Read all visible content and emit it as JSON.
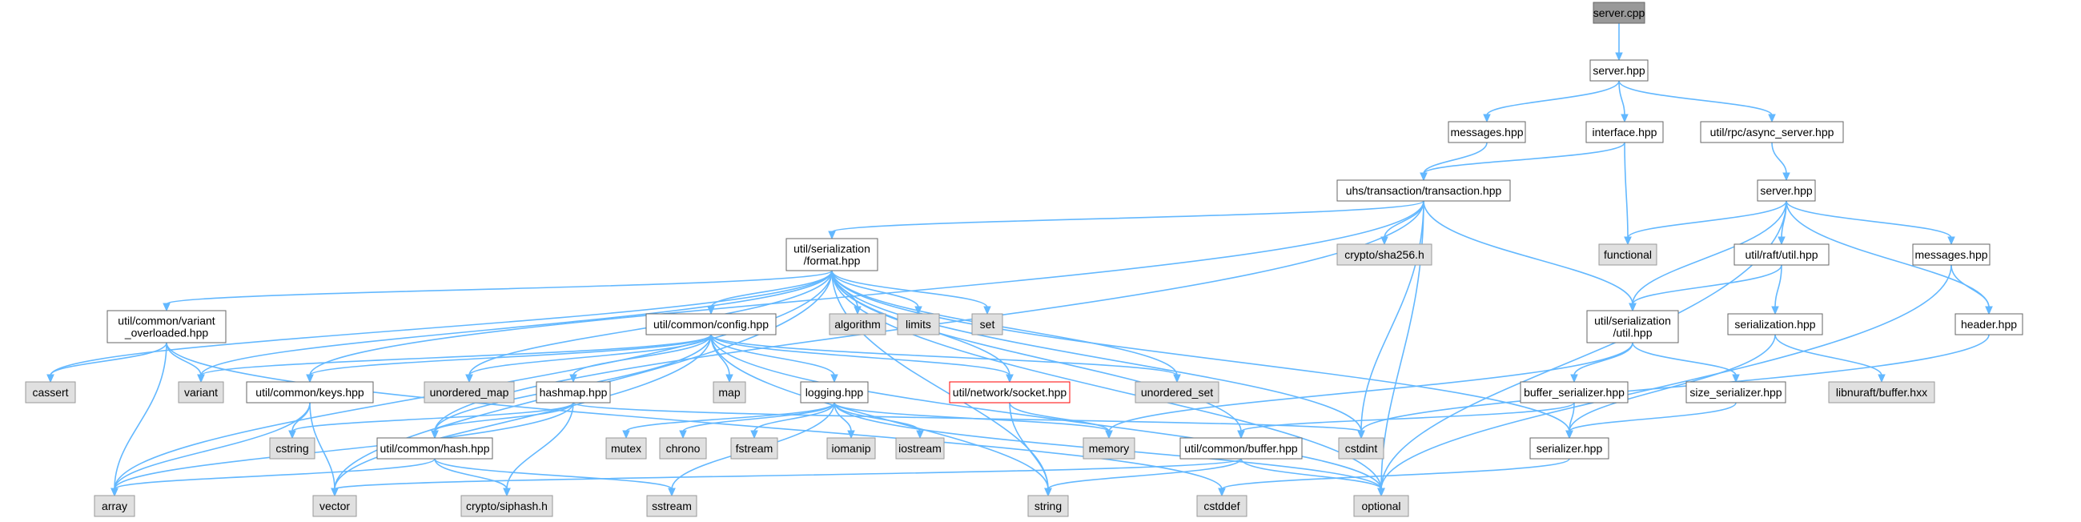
{
  "graph": {
    "title": "",
    "colors": {
      "edge": "#63b8ff",
      "node_border": "#666666",
      "node_fill": "#ffffff",
      "root_fill": "#999999",
      "external_fill": "#e0e0e0",
      "external_border": "#999999",
      "missing_border": "#ff0000",
      "text": "#000000"
    },
    "nodes": [
      {
        "id": "n_server_cpp",
        "lines": [
          "server.cpp"
        ],
        "kind": "root"
      },
      {
        "id": "n_server_hpp",
        "lines": [
          "server.hpp"
        ],
        "kind": "file"
      },
      {
        "id": "n_messages_hpp",
        "lines": [
          "messages.hpp"
        ],
        "kind": "file"
      },
      {
        "id": "n_interface_hpp",
        "lines": [
          "interface.hpp"
        ],
        "kind": "file"
      },
      {
        "id": "n_async_server",
        "lines": [
          "util/rpc/async_server.hpp"
        ],
        "kind": "file"
      },
      {
        "id": "n_transaction",
        "lines": [
          "uhs/transaction/transaction.hpp"
        ],
        "kind": "file"
      },
      {
        "id": "n_server_hpp2",
        "lines": [
          "server.hpp"
        ],
        "kind": "file"
      },
      {
        "id": "n_format",
        "lines": [
          "util/serialization",
          "/format.hpp"
        ],
        "kind": "file"
      },
      {
        "id": "n_sha256",
        "lines": [
          "crypto/sha256.h"
        ],
        "kind": "external"
      },
      {
        "id": "n_functional",
        "lines": [
          "functional"
        ],
        "kind": "external"
      },
      {
        "id": "n_raft_util",
        "lines": [
          "util/raft/util.hpp"
        ],
        "kind": "file"
      },
      {
        "id": "n_messages_hpp2",
        "lines": [
          "messages.hpp"
        ],
        "kind": "file"
      },
      {
        "id": "n_variant_overloaded",
        "lines": [
          "util/common/variant",
          "_overloaded.hpp"
        ],
        "kind": "file"
      },
      {
        "id": "n_algorithm",
        "lines": [
          "algorithm"
        ],
        "kind": "external"
      },
      {
        "id": "n_limits",
        "lines": [
          "limits"
        ],
        "kind": "external"
      },
      {
        "id": "n_set",
        "lines": [
          "set"
        ],
        "kind": "external"
      },
      {
        "id": "n_ser_util",
        "lines": [
          "util/serialization",
          "/util.hpp"
        ],
        "kind": "file"
      },
      {
        "id": "n_serialization_hpp",
        "lines": [
          "serialization.hpp"
        ],
        "kind": "file"
      },
      {
        "id": "n_header_hpp",
        "lines": [
          "header.hpp"
        ],
        "kind": "file"
      },
      {
        "id": "n_config",
        "lines": [
          "util/common/config.hpp"
        ],
        "kind": "file"
      },
      {
        "id": "n_cassert",
        "lines": [
          "cassert"
        ],
        "kind": "external"
      },
      {
        "id": "n_variant",
        "lines": [
          "variant"
        ],
        "kind": "external"
      },
      {
        "id": "n_keys",
        "lines": [
          "util/common/keys.hpp"
        ],
        "kind": "file"
      },
      {
        "id": "n_unordered_map",
        "lines": [
          "unordered_map"
        ],
        "kind": "external"
      },
      {
        "id": "n_hashmap",
        "lines": [
          "hashmap.hpp"
        ],
        "kind": "file"
      },
      {
        "id": "n_map",
        "lines": [
          "map"
        ],
        "kind": "external"
      },
      {
        "id": "n_logging",
        "lines": [
          "logging.hpp"
        ],
        "kind": "file"
      },
      {
        "id": "n_socket",
        "lines": [
          "util/network/socket.hpp"
        ],
        "kind": "missing"
      },
      {
        "id": "n_unordered_set",
        "lines": [
          "unordered_set"
        ],
        "kind": "external"
      },
      {
        "id": "n_buffer_serializer",
        "lines": [
          "buffer_serializer.hpp"
        ],
        "kind": "file"
      },
      {
        "id": "n_size_serializer",
        "lines": [
          "size_serializer.hpp"
        ],
        "kind": "file"
      },
      {
        "id": "n_libnuraft",
        "lines": [
          "libnuraft/buffer.hxx"
        ],
        "kind": "external"
      },
      {
        "id": "n_cstring",
        "lines": [
          "cstring"
        ],
        "kind": "external"
      },
      {
        "id": "n_hash",
        "lines": [
          "util/common/hash.hpp"
        ],
        "kind": "file"
      },
      {
        "id": "n_mutex",
        "lines": [
          "mutex"
        ],
        "kind": "external"
      },
      {
        "id": "n_chrono",
        "lines": [
          "chrono"
        ],
        "kind": "external"
      },
      {
        "id": "n_fstream",
        "lines": [
          "fstream"
        ],
        "kind": "external"
      },
      {
        "id": "n_iomanip",
        "lines": [
          "iomanip"
        ],
        "kind": "external"
      },
      {
        "id": "n_iostream",
        "lines": [
          "iostream"
        ],
        "kind": "external"
      },
      {
        "id": "n_memory",
        "lines": [
          "memory"
        ],
        "kind": "external"
      },
      {
        "id": "n_buffer",
        "lines": [
          "util/common/buffer.hpp"
        ],
        "kind": "file"
      },
      {
        "id": "n_cstdint",
        "lines": [
          "cstdint"
        ],
        "kind": "external"
      },
      {
        "id": "n_serializer",
        "lines": [
          "serializer.hpp"
        ],
        "kind": "file"
      },
      {
        "id": "n_array",
        "lines": [
          "array"
        ],
        "kind": "external"
      },
      {
        "id": "n_vector",
        "lines": [
          "vector"
        ],
        "kind": "external"
      },
      {
        "id": "n_siphash",
        "lines": [
          "crypto/siphash.h"
        ],
        "kind": "external"
      },
      {
        "id": "n_sstream",
        "lines": [
          "sstream"
        ],
        "kind": "external"
      },
      {
        "id": "n_string",
        "lines": [
          "string"
        ],
        "kind": "external"
      },
      {
        "id": "n_cstddef",
        "lines": [
          "cstddef"
        ],
        "kind": "external"
      },
      {
        "id": "n_optional",
        "lines": [
          "optional"
        ],
        "kind": "external"
      }
    ],
    "edges": [
      [
        "n_server_cpp",
        "n_server_hpp"
      ],
      [
        "n_server_hpp",
        "n_messages_hpp"
      ],
      [
        "n_server_hpp",
        "n_interface_hpp"
      ],
      [
        "n_server_hpp",
        "n_async_server"
      ],
      [
        "n_messages_hpp",
        "n_transaction"
      ],
      [
        "n_interface_hpp",
        "n_transaction"
      ],
      [
        "n_interface_hpp",
        "n_functional"
      ],
      [
        "n_async_server",
        "n_server_hpp2"
      ],
      [
        "n_transaction",
        "n_format"
      ],
      [
        "n_transaction",
        "n_sha256"
      ],
      [
        "n_transaction",
        "n_ser_util"
      ],
      [
        "n_transaction",
        "n_keys"
      ],
      [
        "n_transaction",
        "n_hash"
      ],
      [
        "n_transaction",
        "n_cstdint"
      ],
      [
        "n_transaction",
        "n_optional"
      ],
      [
        "n_server_hpp2",
        "n_functional"
      ],
      [
        "n_server_hpp2",
        "n_raft_util"
      ],
      [
        "n_server_hpp2",
        "n_messages_hpp2"
      ],
      [
        "n_server_hpp2",
        "n_ser_util"
      ],
      [
        "n_server_hpp2",
        "n_header_hpp"
      ],
      [
        "n_server_hpp2",
        "n_optional"
      ],
      [
        "n_raft_util",
        "n_ser_util"
      ],
      [
        "n_raft_util",
        "n_serialization_hpp"
      ],
      [
        "n_messages_hpp2",
        "n_header_hpp"
      ],
      [
        "n_messages_hpp2",
        "n_optional"
      ],
      [
        "n_format",
        "n_variant_overloaded"
      ],
      [
        "n_format",
        "n_algorithm"
      ],
      [
        "n_format",
        "n_limits"
      ],
      [
        "n_format",
        "n_set"
      ],
      [
        "n_format",
        "n_config"
      ],
      [
        "n_format",
        "n_cassert"
      ],
      [
        "n_format",
        "n_variant"
      ],
      [
        "n_format",
        "n_unordered_map"
      ],
      [
        "n_format",
        "n_socket"
      ],
      [
        "n_format",
        "n_unordered_set"
      ],
      [
        "n_format",
        "n_buffer"
      ],
      [
        "n_format",
        "n_cstdint"
      ],
      [
        "n_format",
        "n_serializer"
      ],
      [
        "n_format",
        "n_array"
      ],
      [
        "n_format",
        "n_vector"
      ],
      [
        "n_format",
        "n_string"
      ],
      [
        "n_format",
        "n_optional"
      ],
      [
        "n_variant_overloaded",
        "n_cassert"
      ],
      [
        "n_variant_overloaded",
        "n_variant"
      ],
      [
        "n_variant_overloaded",
        "n_array"
      ],
      [
        "n_variant_overloaded",
        "n_cstddef"
      ],
      [
        "n_ser_util",
        "n_buffer_serializer"
      ],
      [
        "n_ser_util",
        "n_size_serializer"
      ],
      [
        "n_ser_util",
        "n_memory"
      ],
      [
        "n_serialization_hpp",
        "n_libnuraft"
      ],
      [
        "n_serialization_hpp",
        "n_serializer"
      ],
      [
        "n_header_hpp",
        "n_cstdint"
      ],
      [
        "n_config",
        "n_variant"
      ],
      [
        "n_config",
        "n_keys"
      ],
      [
        "n_config",
        "n_unordered_map"
      ],
      [
        "n_config",
        "n_hashmap"
      ],
      [
        "n_config",
        "n_map"
      ],
      [
        "n_config",
        "n_logging"
      ],
      [
        "n_config",
        "n_socket"
      ],
      [
        "n_config",
        "n_unordered_set"
      ],
      [
        "n_config",
        "n_hash"
      ],
      [
        "n_config",
        "n_vector"
      ],
      [
        "n_config",
        "n_string"
      ],
      [
        "n_config",
        "n_optional"
      ],
      [
        "n_keys",
        "n_cstring"
      ],
      [
        "n_keys",
        "n_array"
      ],
      [
        "n_keys",
        "n_vector"
      ],
      [
        "n_hashmap",
        "n_cstring"
      ],
      [
        "n_hashmap",
        "n_hash"
      ],
      [
        "n_hashmap",
        "n_array"
      ],
      [
        "n_hashmap",
        "n_siphash"
      ],
      [
        "n_hashmap",
        "n_cstdint"
      ],
      [
        "n_logging",
        "n_mutex"
      ],
      [
        "n_logging",
        "n_chrono"
      ],
      [
        "n_logging",
        "n_fstream"
      ],
      [
        "n_logging",
        "n_iomanip"
      ],
      [
        "n_logging",
        "n_iostream"
      ],
      [
        "n_logging",
        "n_memory"
      ],
      [
        "n_logging",
        "n_sstream"
      ],
      [
        "n_logging",
        "n_optional"
      ],
      [
        "n_socket",
        "n_memory"
      ],
      [
        "n_socket",
        "n_string"
      ],
      [
        "n_buffer_serializer",
        "n_buffer"
      ],
      [
        "n_buffer_serializer",
        "n_serializer"
      ],
      [
        "n_size_serializer",
        "n_serializer"
      ],
      [
        "n_hash",
        "n_array"
      ],
      [
        "n_hash",
        "n_siphash"
      ],
      [
        "n_hash",
        "n_sstream"
      ],
      [
        "n_buffer",
        "n_vector"
      ],
      [
        "n_buffer",
        "n_string"
      ],
      [
        "n_buffer",
        "n_optional"
      ],
      [
        "n_serializer",
        "n_cstddef"
      ]
    ]
  }
}
